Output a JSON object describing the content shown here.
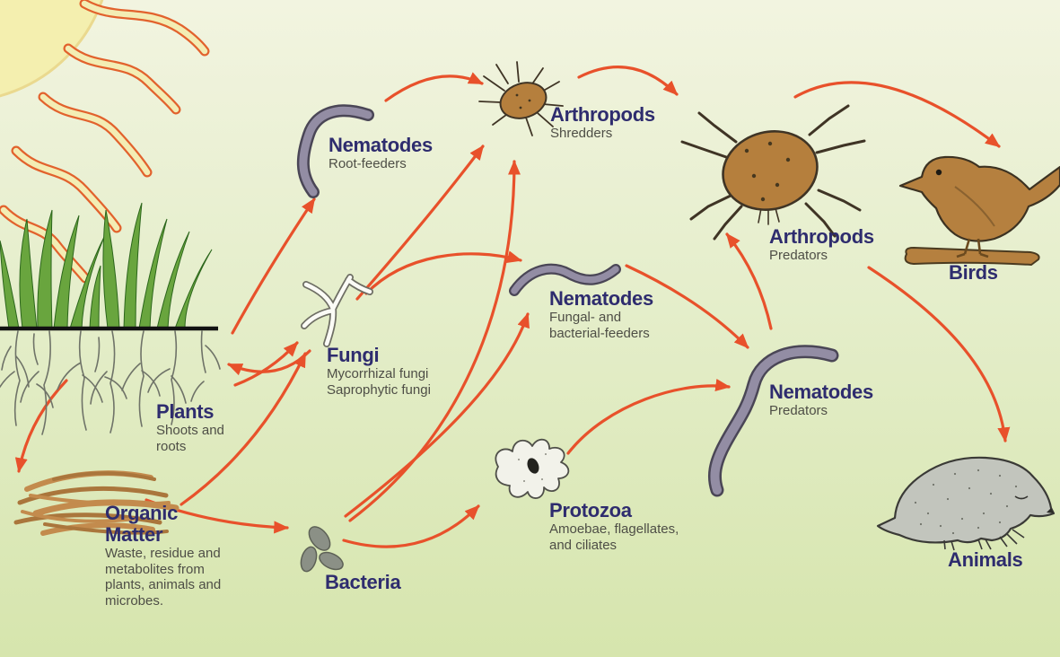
{
  "diagram": "soil food web",
  "nodes": {
    "plants": {
      "title": "Plants",
      "subtitle_lines": [
        "Shoots and",
        "roots"
      ]
    },
    "organic_matter": {
      "title_lines": [
        "Organic",
        "Matter"
      ],
      "subtitle_lines": [
        "Waste, residue and",
        "metabolites from",
        "plants, animals and",
        "microbes."
      ]
    },
    "nematodes_root": {
      "title": "Nematodes",
      "subtitle_lines": [
        "Root-feeders"
      ]
    },
    "fungi": {
      "title": "Fungi",
      "subtitle_lines": [
        "Mycorrhizal fungi",
        "Saprophytic fungi"
      ]
    },
    "bacteria": {
      "title": "Bacteria",
      "subtitle_lines": []
    },
    "arthropods_shredders": {
      "title": "Arthropods",
      "subtitle_lines": [
        "Shredders"
      ]
    },
    "nematodes_fungal_bacterial": {
      "title": "Nematodes",
      "subtitle_lines": [
        "Fungal- and",
        "bacterial-feeders"
      ]
    },
    "protozoa": {
      "title": "Protozoa",
      "subtitle_lines": [
        "Amoebae, flagellates,",
        "and ciliates"
      ]
    },
    "nematodes_predators": {
      "title": "Nematodes",
      "subtitle_lines": [
        "Predators"
      ]
    },
    "arthropods_predators": {
      "title": "Arthropods",
      "subtitle_lines": [
        "Predators"
      ]
    },
    "birds": {
      "title": "Birds",
      "subtitle_lines": []
    },
    "animals": {
      "title": "Animals",
      "subtitle_lines": []
    }
  },
  "edges": [
    {
      "from": "plants",
      "to": "nematodes_root"
    },
    {
      "from": "plants",
      "to": "fungi"
    },
    {
      "from": "fungi",
      "to": "plants"
    },
    {
      "from": "plants",
      "to": "organic_matter"
    },
    {
      "from": "organic_matter",
      "to": "fungi"
    },
    {
      "from": "organic_matter",
      "to": "bacteria"
    },
    {
      "from": "bacteria",
      "to": "protozoa"
    },
    {
      "from": "bacteria",
      "to": "nematodes_fungal_bacterial"
    },
    {
      "from": "bacteria",
      "to": "arthropods_shredders"
    },
    {
      "from": "fungi",
      "to": "nematodes_fungal_bacterial"
    },
    {
      "from": "fungi",
      "to": "arthropods_shredders"
    },
    {
      "from": "nematodes_root",
      "to": "arthropods_shredders"
    },
    {
      "from": "arthropods_shredders",
      "to": "arthropods_predators"
    },
    {
      "from": "nematodes_fungal_bacterial",
      "to": "nematodes_predators"
    },
    {
      "from": "protozoa",
      "to": "nematodes_predators"
    },
    {
      "from": "nematodes_predators",
      "to": "arthropods_predators"
    },
    {
      "from": "arthropods_predators",
      "to": "birds"
    },
    {
      "from": "arthropods_predators",
      "to": "animals"
    }
  ],
  "colors": {
    "background_top": "#f2f4e0",
    "background_bottom": "#d6e5ad",
    "arrow": "#e8512b",
    "heading": "#2e2c6e",
    "subtext": "#4e4e46",
    "sun": "#f4efaf",
    "worm": "#938da4",
    "mite": "#b57f3d",
    "bird": "#b5803f",
    "mole": "#c2c5bd",
    "grass": "#69a53e",
    "organic_matter": "#c38b4d",
    "bacteria": "#8b9086"
  }
}
